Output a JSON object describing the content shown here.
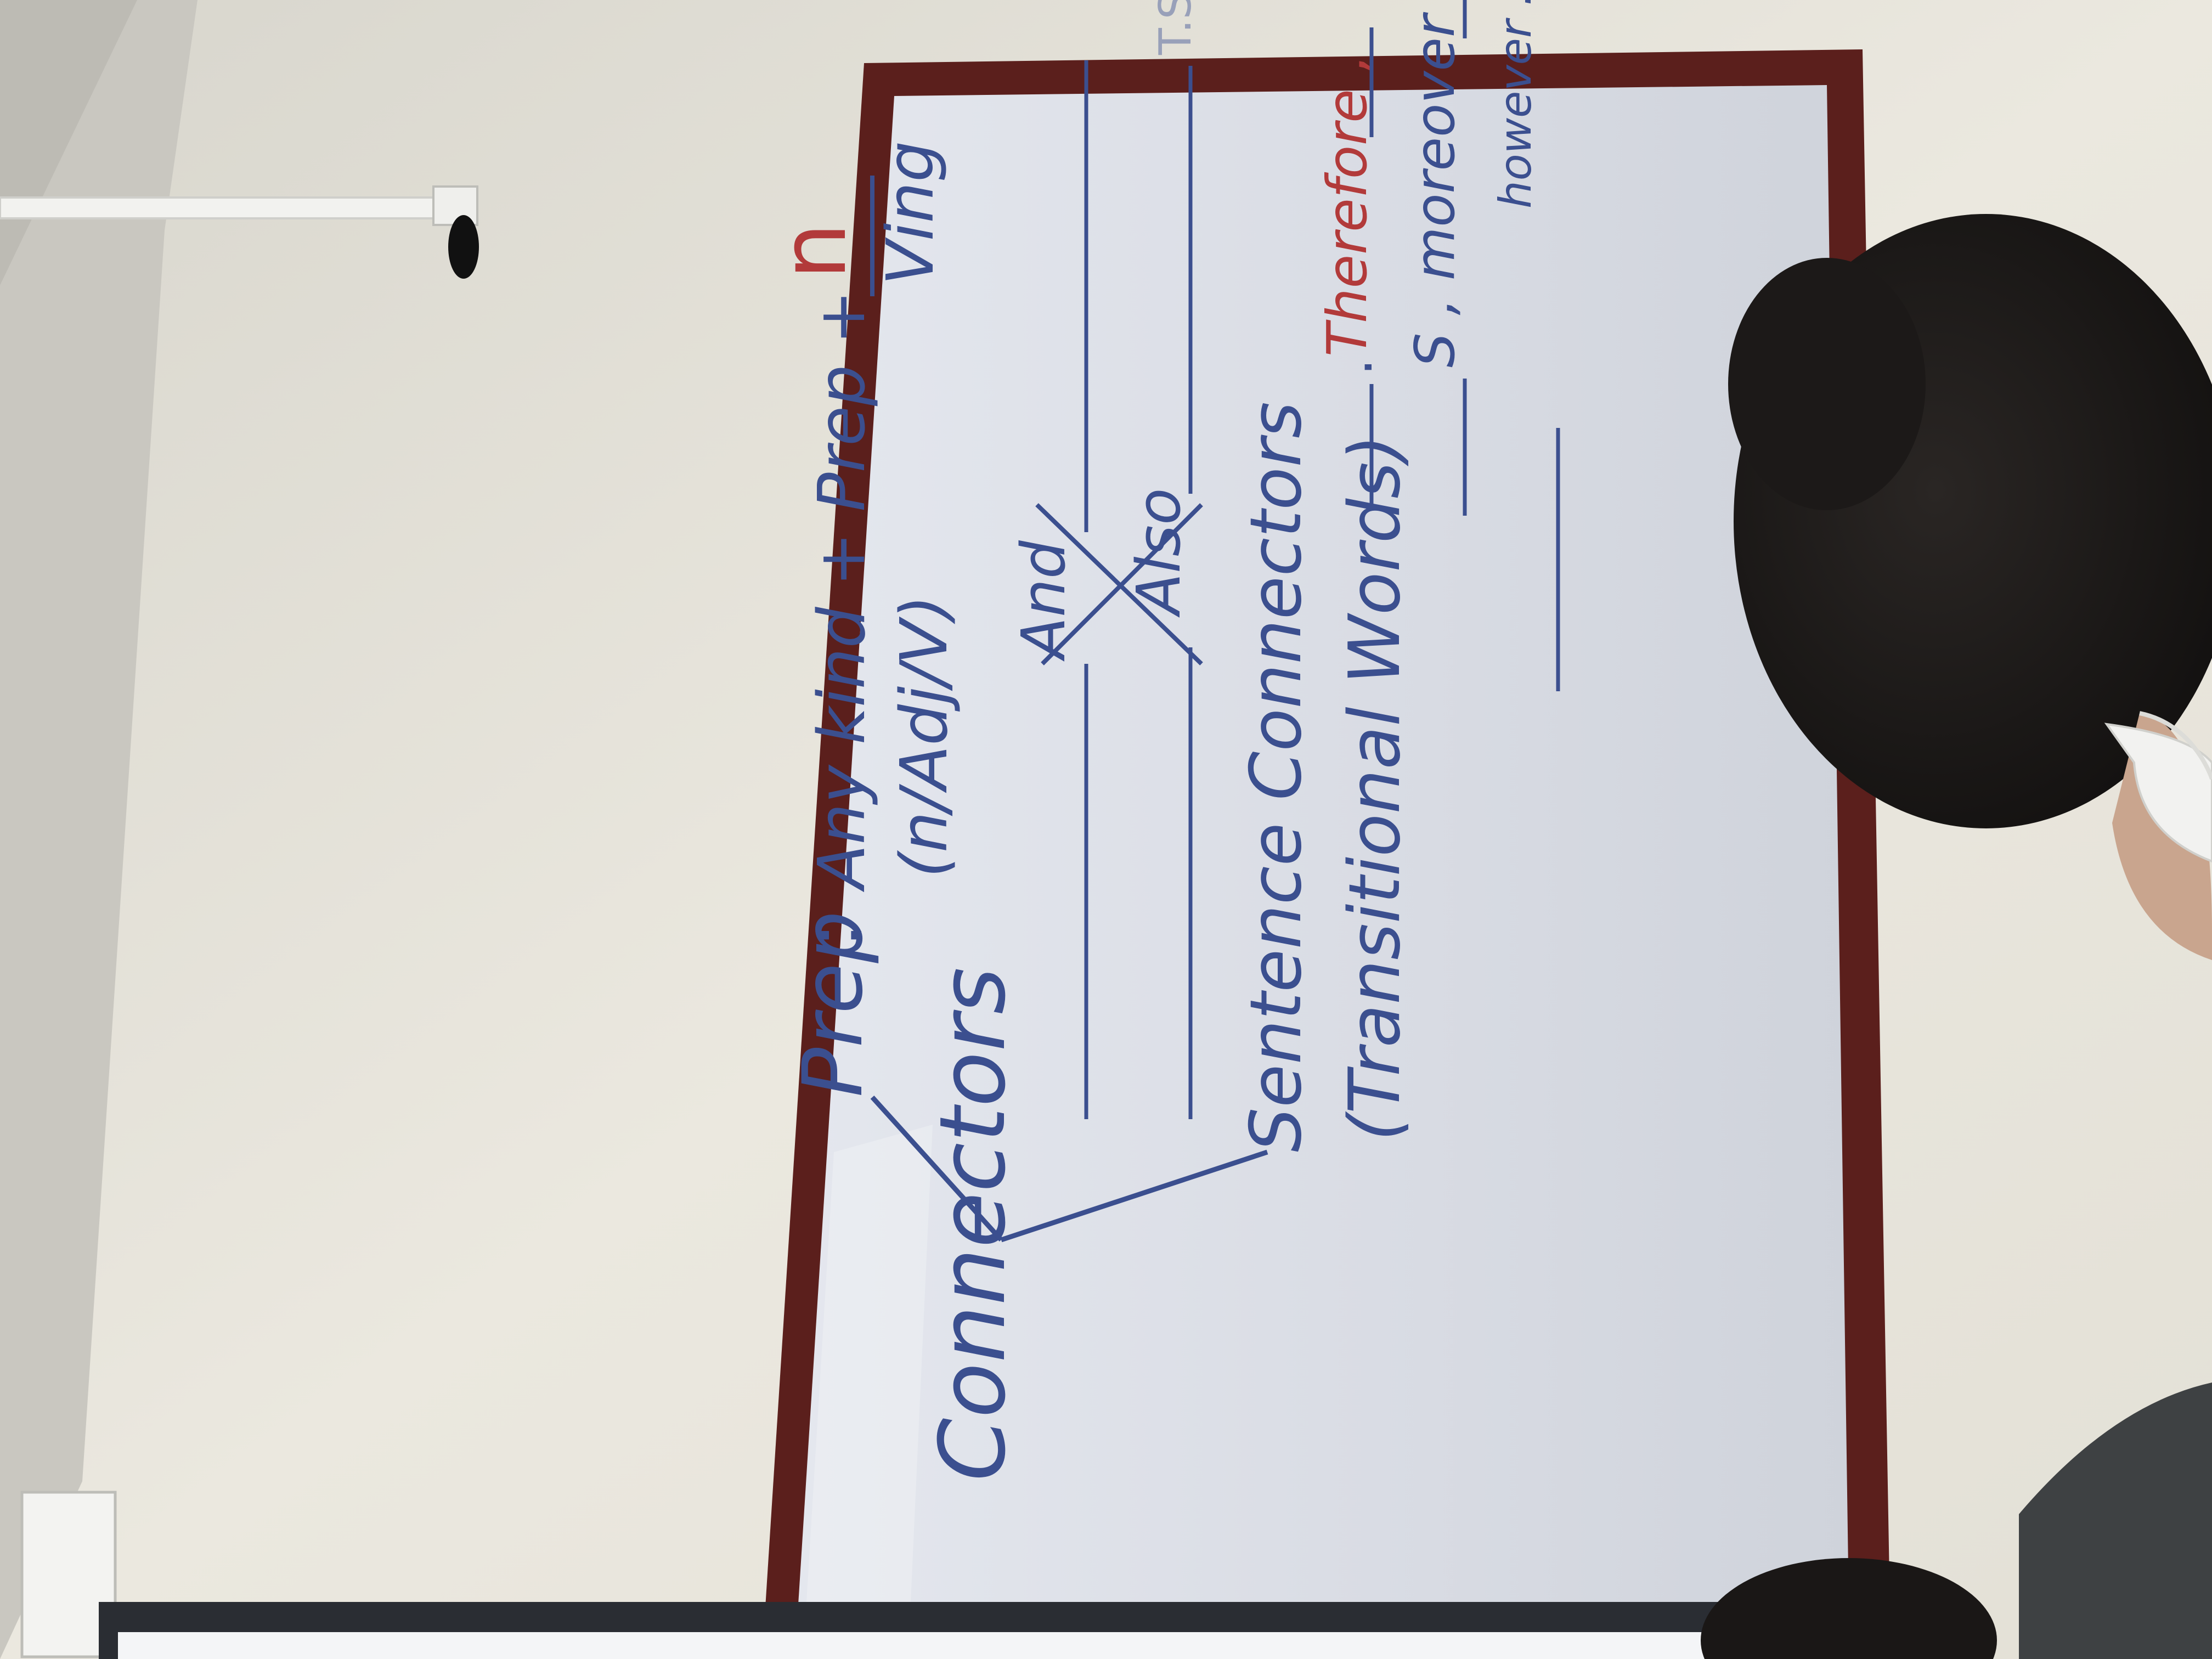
{
  "board": {
    "main_label": "Connectors",
    "branch1": {
      "label": "Prep",
      "colon": ":",
      "rule_top": "Any kind + Prep +",
      "rule_bottom": "(n/Adj/V)",
      "frac_top": "n",
      "frac_bottom": "Ving"
    },
    "and_label": "And",
    "also_label": "Also",
    "ts_note": "T.S. = //",
    "branch2": {
      "label": "Sentence Connectors",
      "sublabel": "(Transitional Words)",
      "therefore": "Therefore ,",
      "moreover": "S , moreover , V",
      "however": "however ."
    }
  },
  "colors": {
    "wall": "#e9e6dd",
    "board_frame": "#5b1f1c",
    "board_surface": "#dcdfe6",
    "marker_blue": "#3b4f8f",
    "marker_red": "#b23a3a",
    "hair": "#1f1c1b"
  }
}
